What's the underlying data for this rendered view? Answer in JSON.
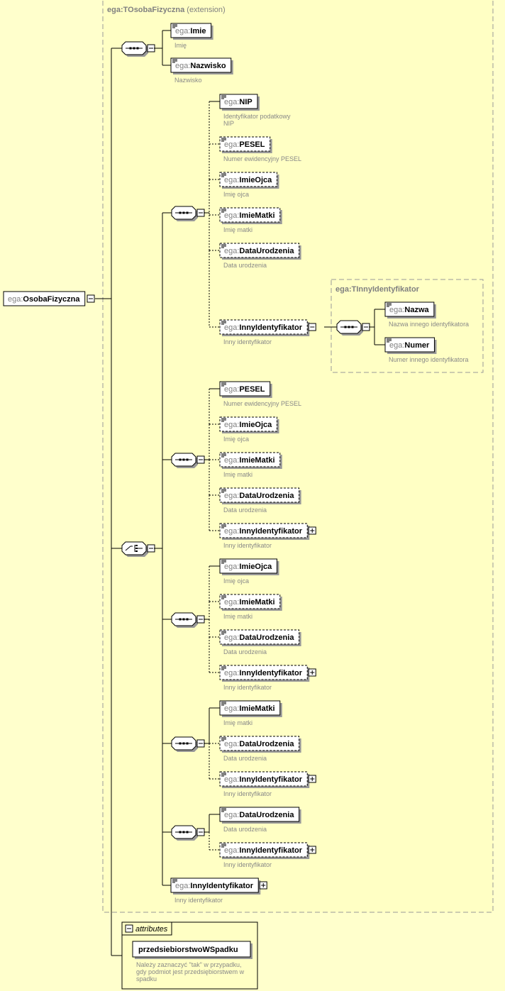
{
  "root": {
    "prefix": "ega:",
    "name": "OsobaFizyczna"
  },
  "extension": {
    "type": "ega:TOsobaFizyczna",
    "note": "(extension)"
  },
  "inner_type": "ega:TInnyIdentyfikator",
  "attributes": {
    "header": "attributes",
    "name": "przedsiebiorstwoWSpadku",
    "doc": [
      "Należy zaznaczyć \"tak\" w przypadku,",
      "gdy podmiot jest przedsiębiorstwem w",
      "spadku"
    ]
  },
  "seq1": [
    {
      "prefix": "ega:",
      "name": "Imie",
      "doc": [
        "Imię"
      ],
      "optional": false,
      "expand": ""
    },
    {
      "prefix": "ega:",
      "name": "Nazwisko",
      "doc": [
        "Nazwisko"
      ],
      "optional": false,
      "expand": ""
    }
  ],
  "groups": [
    {
      "elements": [
        {
          "prefix": "ega:",
          "name": "NIP",
          "doc": [
            "Identyfikator podatkowy",
            "NIP"
          ],
          "optional": false,
          "expand": ""
        },
        {
          "prefix": "ega:",
          "name": "PESEL",
          "doc": [
            "Numer ewidencyjny PESEL"
          ],
          "optional": true,
          "expand": ""
        },
        {
          "prefix": "ega:",
          "name": "ImieOjca",
          "doc": [
            "Imię ojca"
          ],
          "optional": true,
          "expand": ""
        },
        {
          "prefix": "ega:",
          "name": "ImieMatki",
          "doc": [
            "Imię matki"
          ],
          "optional": true,
          "expand": ""
        },
        {
          "prefix": "ega:",
          "name": "DataUrodzenia",
          "doc": [
            "Data urodzenia"
          ],
          "optional": true,
          "expand": ""
        },
        {
          "prefix": "ega:",
          "name": "InnyIdentyfikator",
          "doc": [
            "Inny identyfikator"
          ],
          "optional": true,
          "expand": "minus"
        }
      ]
    },
    {
      "elements": [
        {
          "prefix": "ega:",
          "name": "PESEL",
          "doc": [
            "Numer ewidencyjny PESEL"
          ],
          "optional": false,
          "expand": ""
        },
        {
          "prefix": "ega:",
          "name": "ImieOjca",
          "doc": [
            "Imię ojca"
          ],
          "optional": true,
          "expand": ""
        },
        {
          "prefix": "ega:",
          "name": "ImieMatki",
          "doc": [
            "Imię matki"
          ],
          "optional": true,
          "expand": ""
        },
        {
          "prefix": "ega:",
          "name": "DataUrodzenia",
          "doc": [
            "Data urodzenia"
          ],
          "optional": true,
          "expand": ""
        },
        {
          "prefix": "ega:",
          "name": "InnyIdentyfikator",
          "doc": [
            "Inny identyfikator"
          ],
          "optional": true,
          "expand": "plus"
        }
      ]
    },
    {
      "elements": [
        {
          "prefix": "ega:",
          "name": "ImieOjca",
          "doc": [
            "Imię ojca"
          ],
          "optional": false,
          "expand": ""
        },
        {
          "prefix": "ega:",
          "name": "ImieMatki",
          "doc": [
            "Imię matki"
          ],
          "optional": true,
          "expand": ""
        },
        {
          "prefix": "ega:",
          "name": "DataUrodzenia",
          "doc": [
            "Data urodzenia"
          ],
          "optional": true,
          "expand": ""
        },
        {
          "prefix": "ega:",
          "name": "InnyIdentyfikator",
          "doc": [
            "Inny identyfikator"
          ],
          "optional": true,
          "expand": "plus"
        }
      ]
    },
    {
      "elements": [
        {
          "prefix": "ega:",
          "name": "ImieMatki",
          "doc": [
            "Imię matki"
          ],
          "optional": false,
          "expand": ""
        },
        {
          "prefix": "ega:",
          "name": "DataUrodzenia",
          "doc": [
            "Data urodzenia"
          ],
          "optional": true,
          "expand": ""
        },
        {
          "prefix": "ega:",
          "name": "InnyIdentyfikator",
          "doc": [
            "Inny identyfikator"
          ],
          "optional": true,
          "expand": "plus"
        }
      ]
    },
    {
      "elements": [
        {
          "prefix": "ega:",
          "name": "DataUrodzenia",
          "doc": [
            "Data urodzenia"
          ],
          "optional": false,
          "expand": ""
        },
        {
          "prefix": "ega:",
          "name": "InnyIdentyfikator",
          "doc": [
            "Inny identyfikator"
          ],
          "optional": true,
          "expand": "plus"
        }
      ]
    }
  ],
  "inner_elements": [
    {
      "prefix": "ega:",
      "name": "Nazwa",
      "doc": [
        "Nazwa innego identyfikatora"
      ],
      "optional": false,
      "expand": ""
    },
    {
      "prefix": "ega:",
      "name": "Numer",
      "doc": [
        "Numer innego identyfikatora"
      ],
      "optional": false,
      "expand": ""
    }
  ],
  "last_choice": {
    "prefix": "ega:",
    "name": "InnyIdentyfikator",
    "doc": [
      "Inny identyfikator"
    ],
    "optional": false,
    "expand": "plus"
  }
}
